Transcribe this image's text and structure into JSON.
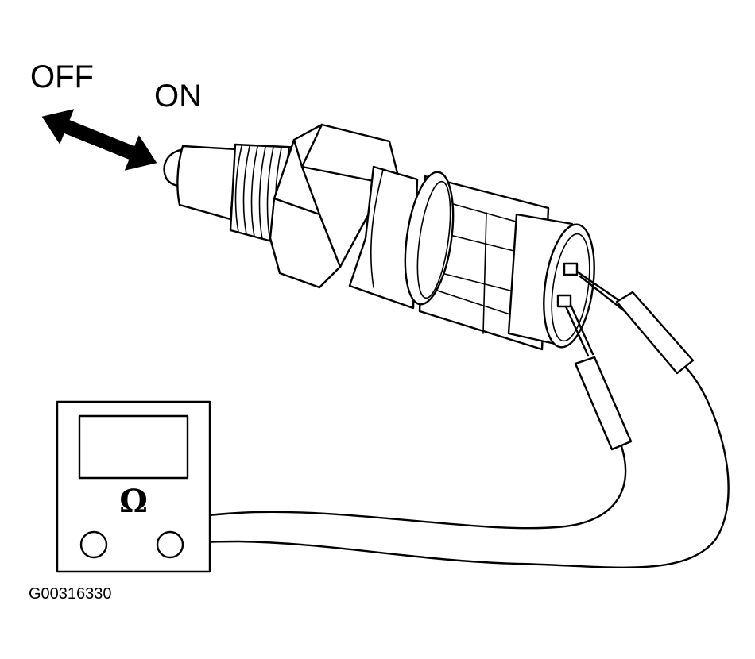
{
  "labels": {
    "off": "OFF",
    "on": "ON",
    "ohm_symbol": "Ω",
    "figure_code": "G00316330"
  },
  "icons": {
    "switch_direction": "double-headed-arrow",
    "meter": "ohmmeter"
  },
  "colors": {
    "line": "#000000",
    "background": "#ffffff"
  }
}
